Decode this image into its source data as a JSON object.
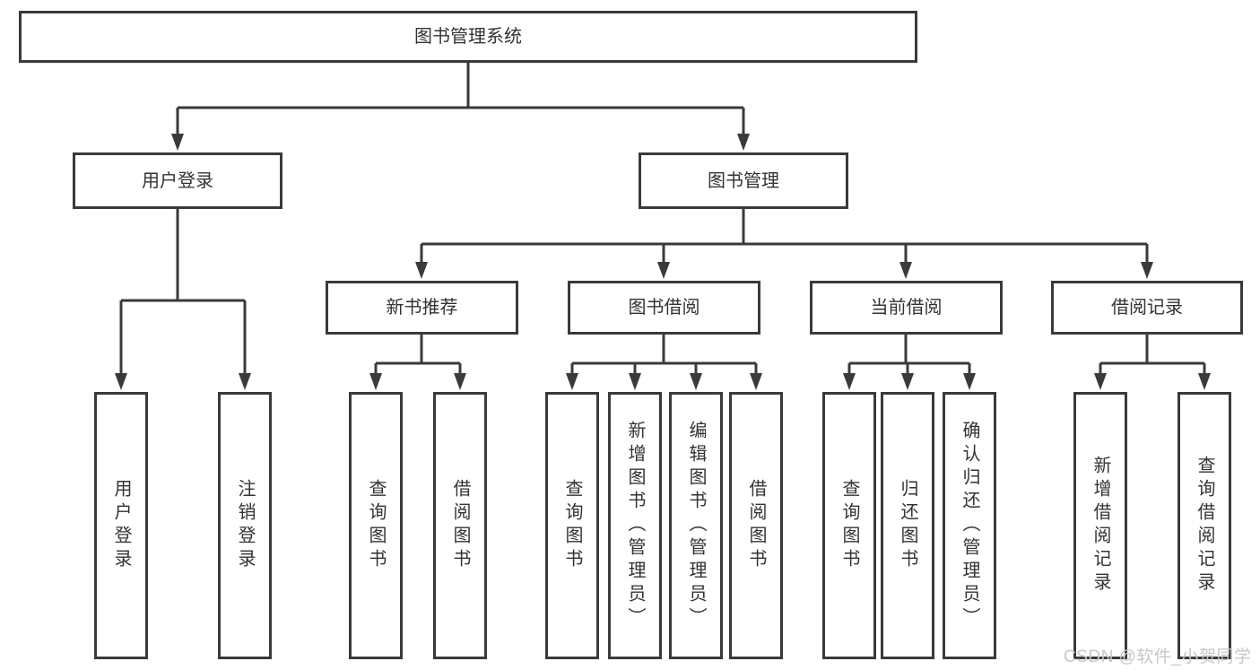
{
  "colors": {
    "line": "#3a3a3a",
    "box_border": "#3a3a3a",
    "box_background": "#ffffff",
    "text": "#333333",
    "watermark": "#c7c7c7"
  },
  "watermark": {
    "text": "CSDN @软件_小贺同学"
  },
  "tree": {
    "label": "图书管理系统",
    "children": [
      {
        "label": "用户登录",
        "children": [
          {
            "label": "用户登录"
          },
          {
            "label": "注销登录"
          }
        ]
      },
      {
        "label": "图书管理",
        "children": [
          {
            "label": "新书推荐",
            "children": [
              {
                "label": "查询图书"
              },
              {
                "label": "借阅图书"
              }
            ]
          },
          {
            "label": "图书借阅",
            "children": [
              {
                "label": "查询图书"
              },
              {
                "label": "新增图书（管理员）"
              },
              {
                "label": "编辑图书（管理员）"
              },
              {
                "label": "借阅图书"
              }
            ]
          },
          {
            "label": "当前借阅",
            "children": [
              {
                "label": "查询图书"
              },
              {
                "label": "归还图书"
              },
              {
                "label": "确认归还（管理员）"
              }
            ]
          },
          {
            "label": "借阅记录",
            "children": [
              {
                "label": "新增借阅记录"
              },
              {
                "label": "查询借阅记录"
              }
            ]
          }
        ]
      }
    ]
  }
}
